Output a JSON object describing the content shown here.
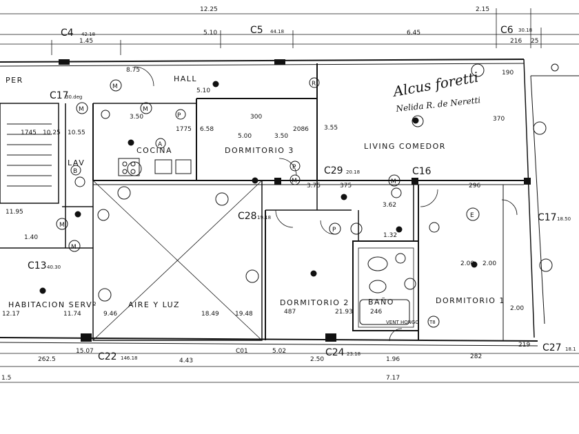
{
  "top_dimensions": {
    "total_left": "12.25",
    "total_right": "2.15",
    "d1": "1.45",
    "d2": "5.10",
    "d3": "6.45",
    "d4": "216",
    "d5": "25"
  },
  "bottom_dimensions": {
    "d1": "262.5",
    "d2": "15.07",
    "d3": "4.43",
    "d4": "C01",
    "d5": "5.02",
    "d6": "2.50",
    "d7": "1.96",
    "d8": "282",
    "d9": "219",
    "total": "7.17",
    "d10": "1.5"
  },
  "columns": [
    {
      "id": "C4",
      "sub": "42.18"
    },
    {
      "id": "C5",
      "sub": "44.18"
    },
    {
      "id": "C6",
      "sub": "30.18"
    },
    {
      "id": "C17",
      "sub": "30.deg"
    },
    {
      "id": "C29",
      "sub": "20.18"
    },
    {
      "id": "C16",
      "sub": ""
    },
    {
      "id": "C17",
      "sub": "18.50"
    },
    {
      "id": "C28",
      "sub": "19.18"
    },
    {
      "id": "C13",
      "sub": "40.30"
    },
    {
      "id": "C22",
      "sub": "146.18"
    },
    {
      "id": "C24",
      "sub": "23.18"
    },
    {
      "id": "C27",
      "sub": "18.1"
    }
  ],
  "rooms": {
    "hall": "HALL",
    "cocina": "COCINA",
    "dormitorio3": "DORMITORIO 3",
    "living": "LIVING  COMEDOR",
    "aire": "AIRE  Y  LUZ",
    "dormitorio2": "DORMITORIO 2",
    "bano": "BAÑO",
    "dormitorio1": "DORMITORIO 1",
    "servicio": "HABITACION SERVº",
    "lav": "LAV",
    "pasillo": "PER"
  },
  "room_dimensions": {
    "hall_w": "8.75",
    "hall_d": "5.10",
    "dorm3_w": "300",
    "dorm3_a": "5.00",
    "dorm3_b": "3.50",
    "cocina_a": "1775",
    "cocina_b": "6.58",
    "cocina_c": "3.50",
    "living_a": "3.55",
    "living_b": "2086",
    "living_c": "375",
    "dorm2_a": "487",
    "dorm2_b": "21.93",
    "bano_a": "246",
    "dorm1_a": "2.00",
    "dorm1_b": "2.00",
    "aire_a": "18.49",
    "aire_b": "19.48",
    "aire_c": "9.46",
    "serv_a": "11.74",
    "serv_b": "12.17",
    "stair_a": "1745",
    "stair_b": "10.25",
    "stair_c": "10.55",
    "right_a": "190",
    "right_b": "370",
    "right_c": "296",
    "right_d": "2.00",
    "c28_a": "3.75",
    "c16_a": "3.62",
    "small_a": "1.32",
    "small_b": "11.95",
    "small_c": "1.40",
    "vent": "VENT HONGO"
  },
  "fixture_tags": [
    "M",
    "M",
    "M",
    "M",
    "M",
    "R",
    "P",
    "A",
    "P",
    "M",
    "B",
    "P",
    "M",
    "E",
    "T8"
  ],
  "signature": {
    "line1": "Alcus foretti",
    "line2": "Nelida R. de Neretti"
  },
  "colors": {
    "ink": "#111111",
    "paper": "#ffffff"
  }
}
